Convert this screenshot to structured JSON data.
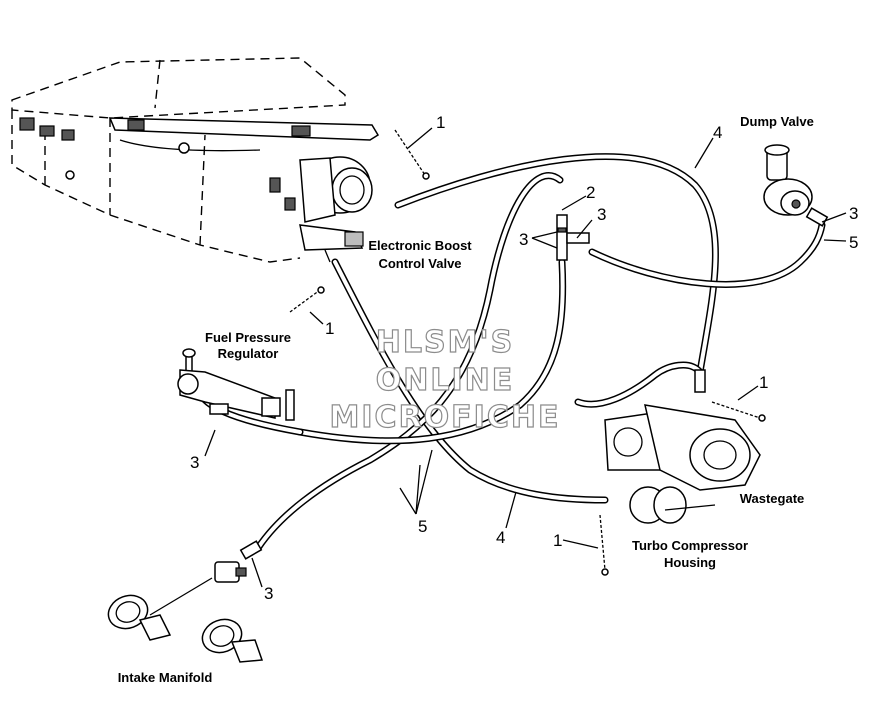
{
  "labels": {
    "dump_valve": "Dump Valve",
    "electronic_boost_line1": "Electronic Boost",
    "electronic_boost_line2": "Control Valve",
    "fuel_pressure_line1": "Fuel Pressure",
    "fuel_pressure_line2": "Regulator",
    "wastegate": "Wastegate",
    "turbo_line1": "Turbo Compressor",
    "turbo_line2": "Housing",
    "intake_manifold": "Intake Manifold"
  },
  "watermark": {
    "line1": "HLSM'S",
    "line2": "ONLINE",
    "line3": "MICROFICHE"
  },
  "callouts": {
    "c1_top": "1",
    "c1_mid": "1",
    "c1_right": "1",
    "c1_bottom": "1",
    "c2": "2",
    "c3_tee_left": "3",
    "c3_tee_right": "3",
    "c3_dump": "3",
    "c3_fuel": "3",
    "c3_intake": "3",
    "c4_top": "4",
    "c4_bottom": "4",
    "c5_right": "5",
    "c5_bottom": "5"
  }
}
